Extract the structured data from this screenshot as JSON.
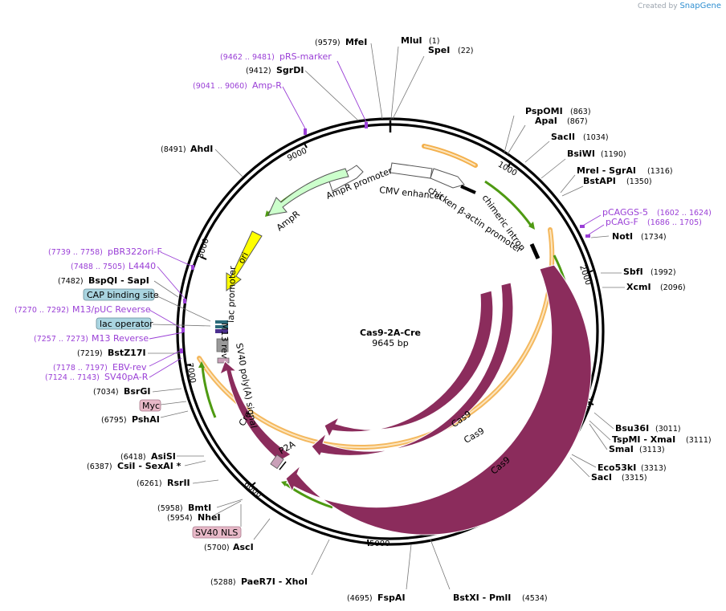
{
  "credit": {
    "created_by": "Created by",
    "brand": "SnapGene"
  },
  "plasmid": {
    "name": "Cas9-2A-Cre",
    "length": "9645 bp"
  },
  "ticks": [
    "1000",
    "2000",
    "3000",
    "4000",
    "5000",
    "6000",
    "7000",
    "8000",
    "9000"
  ],
  "enzymes": [
    {
      "name": "MluI",
      "pos": "(1)"
    },
    {
      "name": "SpeI",
      "pos": "(22)"
    },
    {
      "name": "PspOMI",
      "pos": "(863)"
    },
    {
      "name": "ApaI",
      "pos": "(867)"
    },
    {
      "name": "SacII",
      "pos": "(1034)"
    },
    {
      "name": "BsiWI",
      "pos": "(1190)"
    },
    {
      "name": "MreI - SgrAI",
      "pos": "(1316)"
    },
    {
      "name": "BstAPI",
      "pos": "(1350)"
    },
    {
      "name": "NotI",
      "pos": "(1734)"
    },
    {
      "name": "SbfI",
      "pos": "(1992)"
    },
    {
      "name": "XcmI",
      "pos": "(2096)"
    },
    {
      "name": "Bsu36I",
      "pos": "(3011)"
    },
    {
      "name": "TspMI - XmaI",
      "pos": "(3111)"
    },
    {
      "name": "SmaI",
      "pos": "(3113)"
    },
    {
      "name": "Eco53kI",
      "pos": "(3313)"
    },
    {
      "name": "SacI",
      "pos": "(3315)"
    },
    {
      "name": "BstXI - PmlI",
      "pos": "(4534)"
    },
    {
      "name": "FspAI",
      "pos": "(4695)"
    },
    {
      "name": "PaeR7I - XhoI",
      "pos": "(5288)"
    },
    {
      "name": "AscI",
      "pos": "(5700)"
    },
    {
      "name": "NheI",
      "pos": "(5954)"
    },
    {
      "name": "BmtI",
      "pos": "(5958)"
    },
    {
      "name": "RsrII",
      "pos": "(6261)"
    },
    {
      "name": "CsiI - SexAI *",
      "pos": "(6387)"
    },
    {
      "name": "AsiSI",
      "pos": "(6418)"
    },
    {
      "name": "PshAI",
      "pos": "(6795)"
    },
    {
      "name": "BsrGI",
      "pos": "(7034)"
    },
    {
      "name": "BstZ17I",
      "pos": "(7219)"
    },
    {
      "name": "BspQI - SapI",
      "pos": "(7482)"
    },
    {
      "name": "AhdI",
      "pos": "(8491)"
    },
    {
      "name": "SgrDI",
      "pos": "(9412)"
    },
    {
      "name": "MfeI",
      "pos": "(9579)"
    }
  ],
  "primers": [
    {
      "name": "pRS-marker",
      "pos": "(9462 .. 9481)"
    },
    {
      "name": "Amp-R",
      "pos": "(9041 .. 9060)"
    },
    {
      "name": "pCAGGS-5",
      "pos": "(1602 .. 1624)"
    },
    {
      "name": "pCAG-F",
      "pos": "(1686 .. 1705)"
    },
    {
      "name": "pBR322ori-F",
      "pos": "(7739 .. 7758)"
    },
    {
      "name": "L4440",
      "pos": "(7488 .. 7505)"
    },
    {
      "name": "M13/pUC Reverse",
      "pos": "(7270 .. 7292)"
    },
    {
      "name": "M13 Reverse",
      "pos": "(7257 .. 7273)"
    },
    {
      "name": "EBV-rev",
      "pos": "(7178 .. 7197)"
    },
    {
      "name": "SV40pA-R",
      "pos": "(7124 .. 7143)"
    }
  ],
  "boxed_labels": [
    {
      "name": "CAP binding site",
      "color": "#a9d4e0"
    },
    {
      "name": "lac operator",
      "color": "#a9d4e0"
    },
    {
      "name": "Myc",
      "color": "#e8b9c8"
    },
    {
      "name": "SV40 NLS",
      "color": "#e8b9c8"
    }
  ],
  "features": {
    "cmv": "CMV enhancer",
    "chicken": "chicken β-actin promoter",
    "intron": "chimeric intron",
    "ampr_promoter": "AmpR promoter",
    "ampr": "AmpR",
    "ori": "ori",
    "lac_promoter": "lac promoter",
    "m13rev": "M13 rev",
    "sv40pa": "SV40 poly(A) signal",
    "cre": "Cre",
    "p2a": "P2A",
    "cas9": "Cas9"
  },
  "colors": {
    "cas9": "#8b2c5c",
    "ampr": "#ccffcc",
    "ori": "#ffff00",
    "primer": "#9a3fd6",
    "orf_band": "#f3b04c",
    "orf_arrow": "#4e9a12"
  }
}
